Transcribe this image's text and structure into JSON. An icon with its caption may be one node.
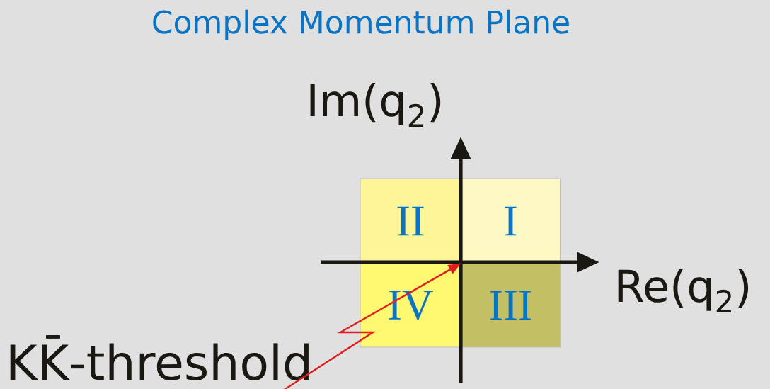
{
  "diagram": {
    "title": "Complex Momentum Plane",
    "nodes": [
      {
        "text": [
          "II"
        ]
      },
      {
        "text": [
          "I"
        ]
      },
      {
        "text": [
          "IV"
        ]
      },
      {
        "text": [
          "III"
        ]
      }
    ],
    "edges": [
      {
        "from": null,
        "to": 2,
        "arrow": "to",
        "color": "#e02020"
      }
    ],
    "labels": [
      "Im(q$_{2}$)",
      "Re(q$_{2}$)",
      "KK̄-threshold"
    ]
  }
}
